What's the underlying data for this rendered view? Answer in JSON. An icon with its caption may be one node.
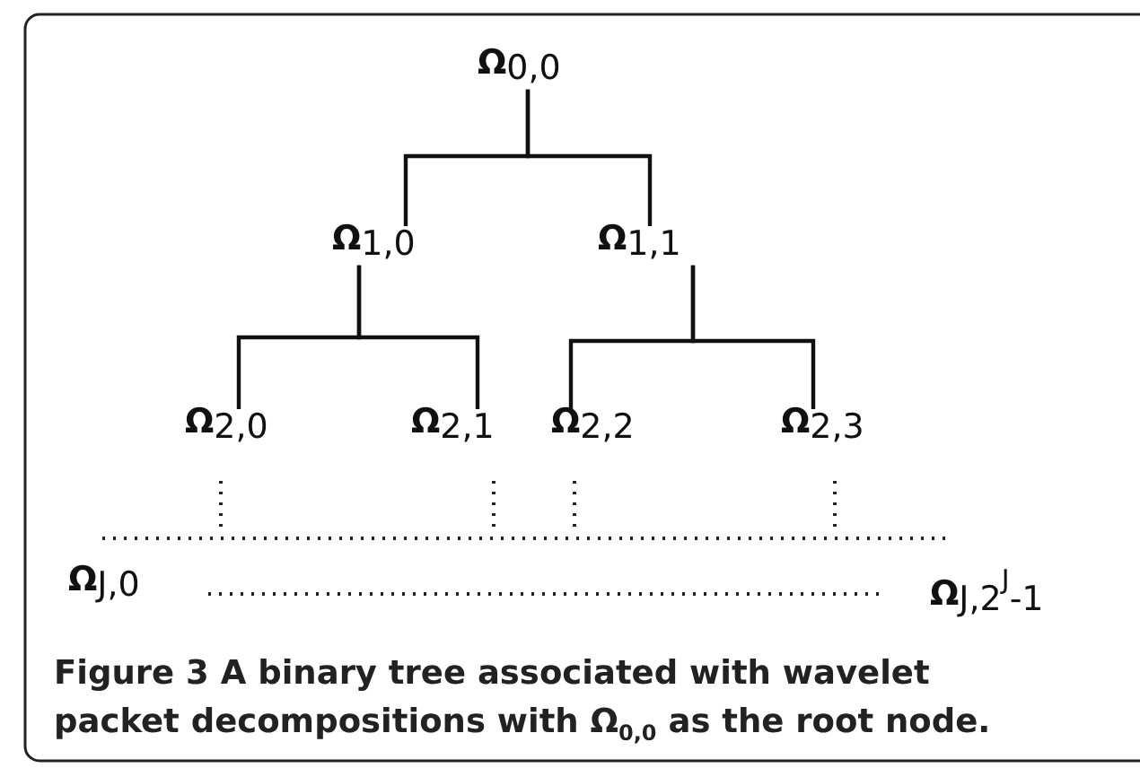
{
  "diagram": {
    "caption": "Figure 3 A binary tree associated with wavelet packet decompositions with Ω$_{0,0}$ as the root node.",
    "nodes": [
      {
        "text": [
          "**Ω**$_{0,0}$"
        ]
      },
      {
        "text": [
          "**Ω**$_{1,0}$"
        ]
      },
      {
        "text": [
          "**Ω**$_{1,1}$"
        ]
      },
      {
        "text": [
          "**Ω**$_{2,0}$"
        ]
      },
      {
        "text": [
          "**Ω**$_{2,1}$"
        ]
      },
      {
        "text": [
          "**Ω**$_{2,2}$"
        ]
      },
      {
        "text": [
          "**Ω**$_{2,3}$"
        ]
      },
      {
        "text": [
          "**Ω**$_{J,0}$"
        ]
      },
      {
        "text": [
          "**Ω**$_{J,2}$$^{J}$$_{-1}$"
        ]
      }
    ],
    "edges": [
      {
        "from": 0,
        "to": 1,
        "arrow": "none"
      },
      {
        "from": 0,
        "to": 2,
        "arrow": "none"
      },
      {
        "from": 1,
        "to": 3,
        "arrow": "none"
      },
      {
        "from": 1,
        "to": 4,
        "arrow": "none"
      },
      {
        "from": 2,
        "to": 5,
        "arrow": "none"
      },
      {
        "from": 2,
        "to": 6,
        "arrow": "none"
      }
    ]
  }
}
